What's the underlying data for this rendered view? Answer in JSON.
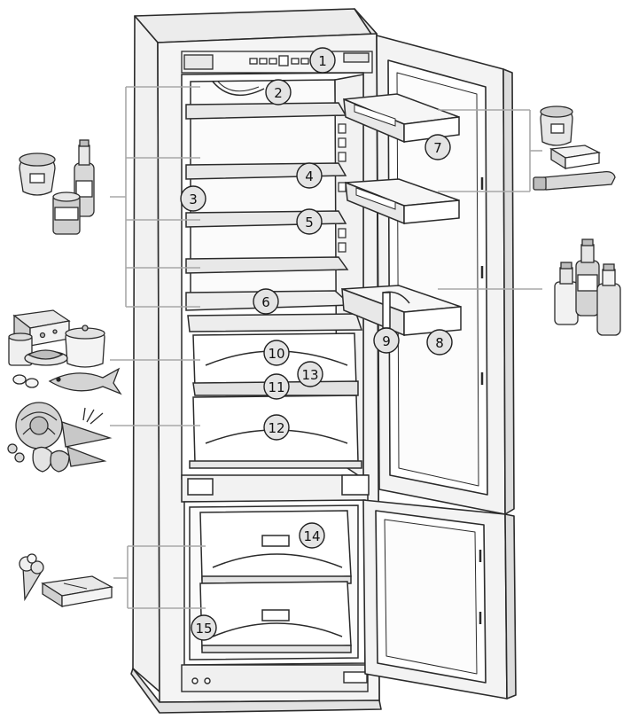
{
  "colors": {
    "line": "#2b2b2b",
    "leader": "#a8a8a8",
    "cabinet": "#f1f1f1",
    "interior": "#ffffff",
    "shadow": "#d6d6d6",
    "callout_fill": "#e4e4e4",
    "callout_stroke": "#222222"
  },
  "callouts": [
    {
      "id": "1",
      "label": "1"
    },
    {
      "id": "2",
      "label": "2"
    },
    {
      "id": "3",
      "label": "3"
    },
    {
      "id": "4",
      "label": "4"
    },
    {
      "id": "5",
      "label": "5"
    },
    {
      "id": "6",
      "label": "6"
    },
    {
      "id": "7",
      "label": "7"
    },
    {
      "id": "8",
      "label": "8"
    },
    {
      "id": "9",
      "label": "9"
    },
    {
      "id": "10",
      "label": "10"
    },
    {
      "id": "11",
      "label": "11"
    },
    {
      "id": "12",
      "label": "12"
    },
    {
      "id": "13",
      "label": "13"
    },
    {
      "id": "14",
      "label": "14"
    },
    {
      "id": "15",
      "label": "15"
    }
  ],
  "icons": [
    "jars-and-bottle-icon",
    "cheese-fish-pot-icon",
    "vegetables-icon",
    "ice-cream-icon",
    "butter-and-jar-icon",
    "tube-icon",
    "bottles-icon"
  ]
}
